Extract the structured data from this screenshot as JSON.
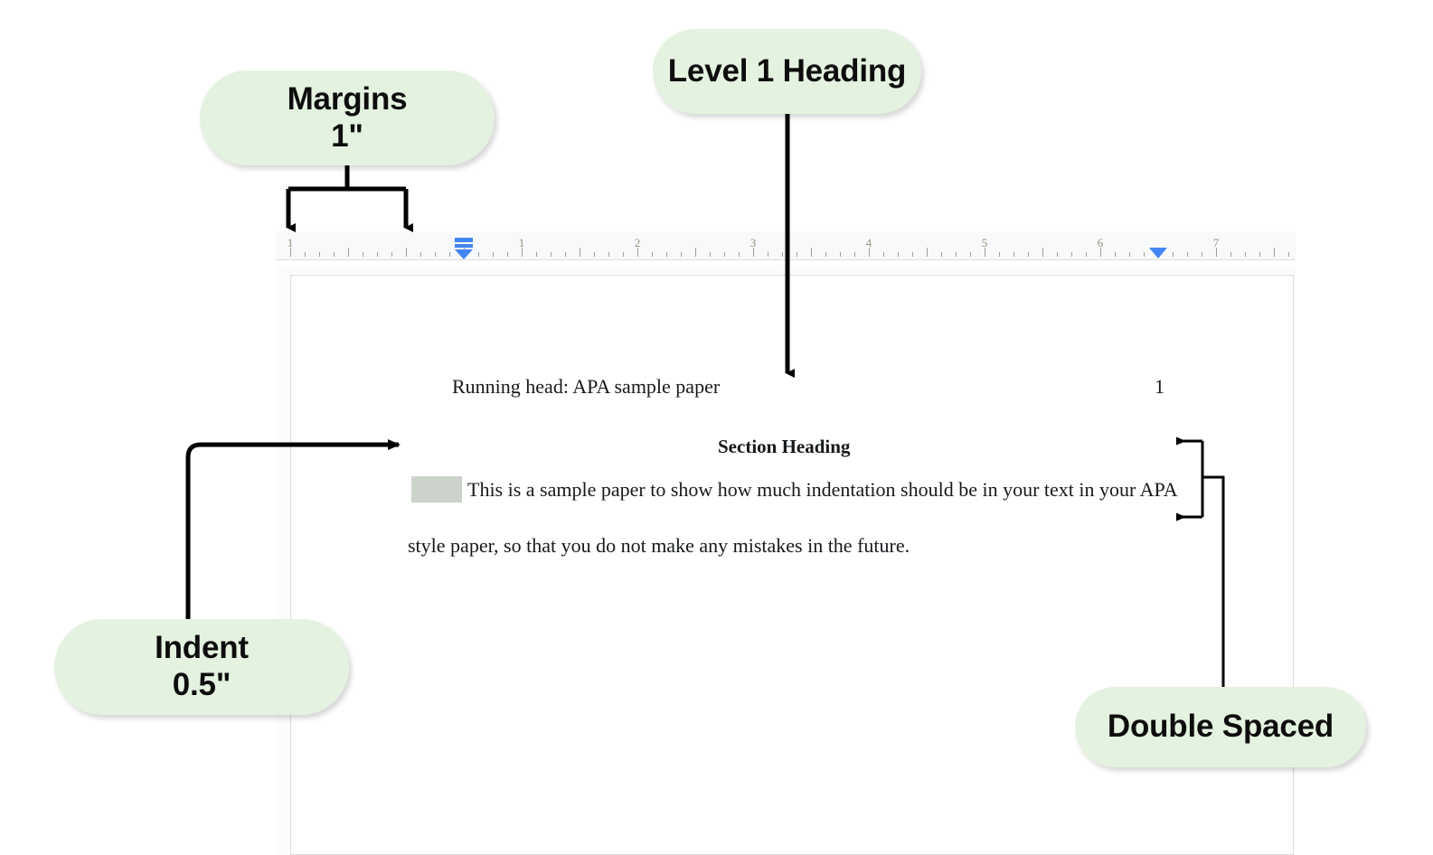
{
  "callouts": {
    "margins": {
      "name": "margins-callout",
      "line1": "Margins",
      "line2": "1\""
    },
    "level1": {
      "name": "level-1-heading-callout",
      "line1": "Level 1 Heading",
      "line2": ""
    },
    "indent": {
      "name": "indent-callout",
      "line1": "Indent",
      "line2": "0.5\""
    },
    "double": {
      "name": "double-spaced-callout",
      "line1": "Double Spaced",
      "line2": ""
    }
  },
  "ruler": {
    "numbers": [
      "1",
      "1",
      "2",
      "3",
      "4",
      "5",
      "6",
      "7"
    ],
    "first_line_indent_position": "0.5",
    "right_indent_position": "6.5",
    "units": "inches"
  },
  "document": {
    "running_head": "Running head: APA sample paper",
    "page_number": "1",
    "section_heading": "Section Heading",
    "body_line_1": "This is a sample paper to show how much indentation should be in your text in your APA",
    "body_line_2": "style paper, so that you do not make any mistakes in the future."
  },
  "colors": {
    "callout_fill": "#e4f2e0",
    "ruler_background": "#f8f9fb",
    "ruler_marker_blue": "#4285f4",
    "indent_highlight": "#ccd3cb",
    "page_border": "#dadce0",
    "annotation_stroke": "#000000"
  }
}
